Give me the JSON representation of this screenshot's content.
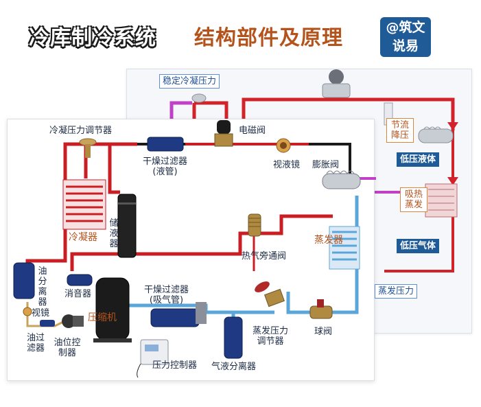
{
  "header": {
    "title": "冷库制冷系统",
    "subtitle": "结构部件及原理",
    "badge_line1": "@筑文",
    "badge_line2": "说易"
  },
  "back_labels": {
    "stable_condense_pressure": "稳定冷凝压力",
    "throttle_line1": "节流",
    "throttle_line2": "降压",
    "low_pressure_liquid": "低压液体",
    "absorb_line1": "吸热",
    "absorb_line2": "蒸发",
    "low_pressure_gas": "低压气体",
    "evaporation_pressure": "蒸发压力"
  },
  "front_labels": {
    "condense_regulator": "冷凝压力调节器",
    "solenoid_valve": "电磁阀",
    "dryer_liquid_line1": "干燥过滤器",
    "dryer_liquid_line2": "(液管)",
    "sight_glass": "视液镜",
    "expansion_valve": "膨胀阀",
    "receiver": "储液器",
    "condenser": "冷凝器",
    "hot_gas_bypass": "热气旁通阀",
    "evaporator": "蒸发器",
    "oil_separator": "油分离器",
    "muffler": "消音器",
    "sight": "视镜",
    "compressor": "压缩机",
    "dryer_suction_line1": "干燥过滤器",
    "dryer_suction_line2": "(吸气管)",
    "oil_filter": "油过滤器",
    "oil_level_controller": "油位控制器",
    "evap_regulator_line1": "蒸发压力",
    "evap_regulator_line2": "调节器",
    "ball_valve": "球阀",
    "pressure_controller": "压力控制器",
    "gas_liquid_separator": "气液分离器"
  },
  "colors": {
    "high_pressure": "#d2232a",
    "low_pressure": "#5aa6d9",
    "condensing_line": "#c81e24",
    "bypass_line": "#c040c8",
    "accent_orange": "#b4531c",
    "badge": "#1f5b97"
  }
}
